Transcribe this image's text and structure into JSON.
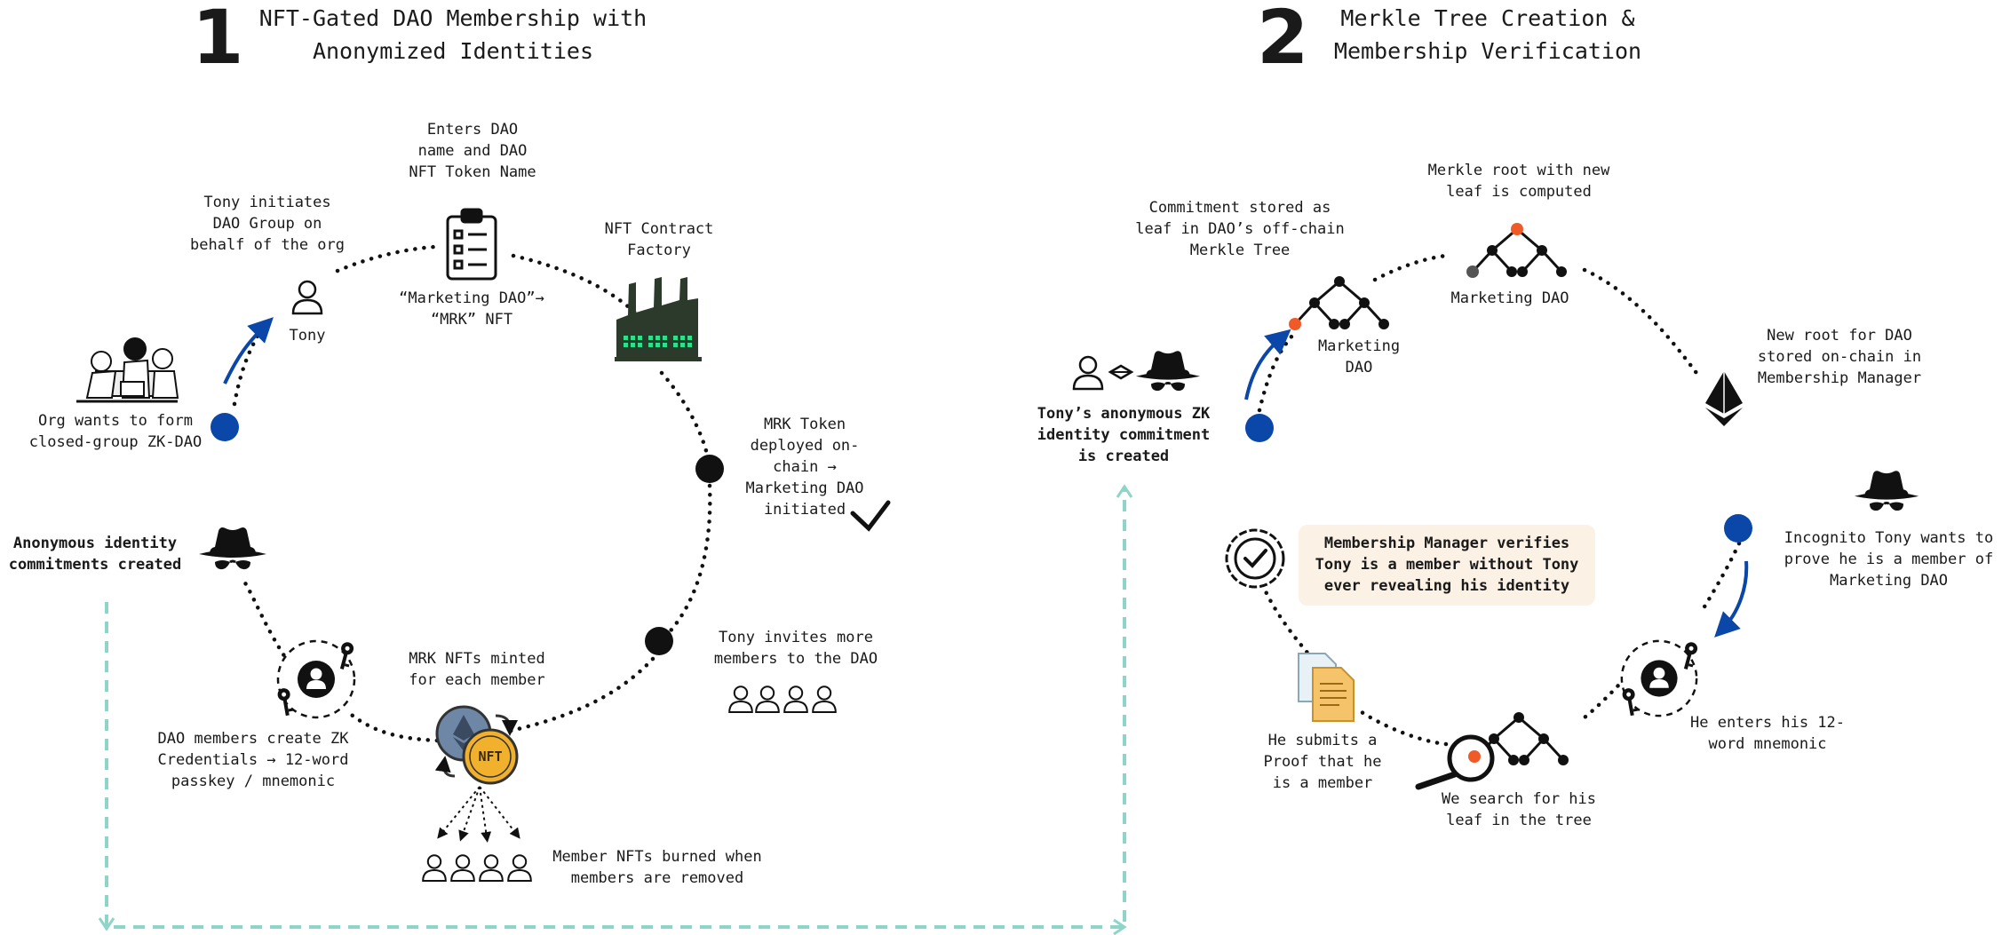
{
  "colors": {
    "accent_blue": "#0a47a8",
    "leaf_orange": "#f05a28",
    "dashed_teal": "#8fd4c8",
    "callout_bg": "#fbf1e4",
    "factory_green": "#2ee08a",
    "nft_gold": "#f1b12d",
    "eth_blue": "#6e87a6"
  },
  "section1": {
    "number": "1",
    "title": "NFT-Gated DAO Membership with\nAnonymized Identities",
    "steps": {
      "org": "Org wants to form\nclosed-group ZK-DAO",
      "tony_initiates": "Tony initiates\nDAO Group on\nbehalf of the org",
      "tony_name": "Tony",
      "enters_name": "Enters DAO\nname and DAO\nNFT Token Name",
      "name_mapping": "“Marketing DAO”→\n“MRK” NFT",
      "factory": "NFT Contract\nFactory",
      "deployed": "MRK Token\ndeployed on-\nchain →\nMarketing DAO\ninitiated",
      "invites": "Tony invites more\nmembers to the DAO",
      "minted": "MRK NFTs minted\nfor each member",
      "burned": "Member NFTs burned when\nmembers are removed",
      "credentials": "DAO members create ZK\nCredentials → 12-word\npasskey / mnemonic",
      "anon_created": "Anonymous identity\ncommitments created",
      "nft_badge": "NFT"
    }
  },
  "section2": {
    "number": "2",
    "title": "Merkle Tree Creation &\nMembership Verification",
    "steps": {
      "commitment_created": "Tony’s anonymous ZK\nidentity commitment\nis created",
      "stored_leaf": "Commitment stored as\nleaf in DAO’s off-chain\nMerkle Tree",
      "tree1_label": "Marketing\nDAO",
      "root_computed": "Merkle root with new\nleaf is computed",
      "tree2_label": "Marketing DAO",
      "new_root": "New root for DAO\nstored on-chain in\nMembership Manager",
      "incognito": "Incognito Tony wants to\nprove he is a member of\nMarketing DAO",
      "mnemonic": "He enters his 12-\nword mnemonic",
      "search": "We search for his\nleaf in the tree",
      "submits": "He submits a\nProof that he\nis a member",
      "verifies": "Membership Manager verifies\nTony is a member without Tony\never revealing his identity"
    }
  }
}
